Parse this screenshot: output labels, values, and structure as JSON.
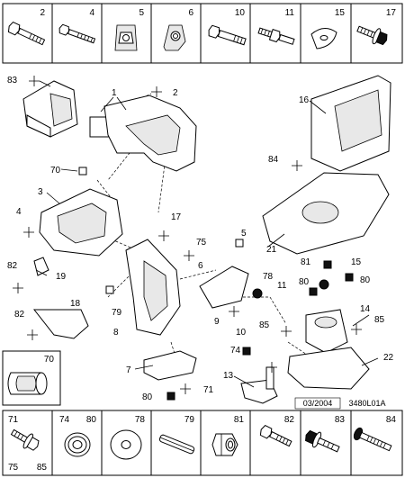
{
  "top_row": [
    {
      "number": "2",
      "icon": "bolt-icon"
    },
    {
      "number": "4",
      "icon": "bolt-icon"
    },
    {
      "number": "5",
      "icon": "clip-nut-icon"
    },
    {
      "number": "6",
      "icon": "bracket-nut-icon"
    },
    {
      "number": "10",
      "icon": "bolt-icon"
    },
    {
      "number": "11",
      "icon": "stud-bolt-icon"
    },
    {
      "number": "15",
      "icon": "washer-icon"
    },
    {
      "number": "17",
      "icon": "flange-bolt-icon"
    }
  ],
  "bottom_row": [
    {
      "numbers": [
        "71",
        "75",
        "85"
      ],
      "icon": "flange-bolt-icon"
    },
    {
      "numbers": [
        "74",
        "80"
      ],
      "icon": "washer-icon"
    },
    {
      "numbers": [
        "78"
      ],
      "icon": "washer-icon"
    },
    {
      "numbers": [
        "79"
      ],
      "icon": "pin-icon"
    },
    {
      "numbers": [
        "81"
      ],
      "icon": "nut-icon"
    },
    {
      "numbers": [
        "82"
      ],
      "icon": "bolt-icon"
    },
    {
      "numbers": [
        "83"
      ],
      "icon": "flange-bolt-icon"
    },
    {
      "numbers": [
        "84"
      ],
      "icon": "bolt-icon"
    }
  ],
  "inset": {
    "number": "70",
    "icon": "bushing-icon"
  },
  "callouts": [
    "1",
    "2",
    "83",
    "16",
    "70",
    "3",
    "84",
    "4",
    "17",
    "75",
    "5",
    "21",
    "82",
    "19",
    "6",
    "78",
    "81",
    "15",
    "80",
    "11",
    "80",
    "18",
    "79",
    "82",
    "9",
    "14",
    "10",
    "85",
    "85",
    "8",
    "74",
    "22",
    "7",
    "13",
    "80",
    "71"
  ],
  "footer": {
    "date": "03/2004",
    "reference": "3480L01A"
  }
}
